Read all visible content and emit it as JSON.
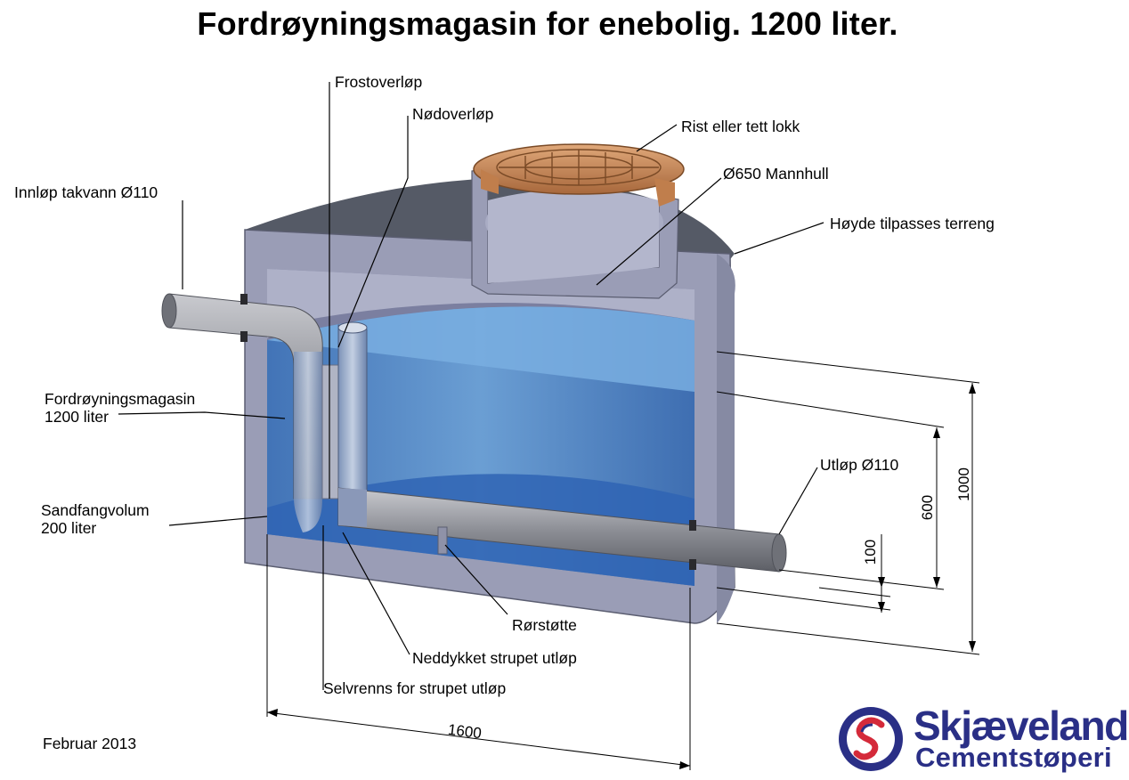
{
  "title": "Fordrøyningsmagasin for enebolig. 1200 liter.",
  "labels": {
    "frostoverlop": "Frostoverløp",
    "nodoverlop": "Nødoverløp",
    "rist": "Rist eller tett lokk",
    "mannhull": "Ø650 Mannhull",
    "hoyde": "Høyde tilpasses terreng",
    "innlop": "Innløp takvann Ø110",
    "magasin_line1": "Fordrøyningsmagasin",
    "magasin_line2": "1200 liter",
    "sandfang_line1": "Sandfangvolum",
    "sandfang_line2": "200 liter",
    "utlop": "Utløp Ø110",
    "rorstotte": "Rørstøtte",
    "neddykket": "Neddykket strupet utløp",
    "selvrenns": "Selvrenns for strupet utløp"
  },
  "dimensions": {
    "width": "1600",
    "height_total": "1000",
    "height_600": "600",
    "height_100": "100"
  },
  "date": "Februar 2013",
  "logo": {
    "name": "Skjæveland",
    "sub": "Cementstøperi",
    "brand_color": "#2a2f86",
    "accent_color": "#d42a3a"
  },
  "colors": {
    "concrete": "#9a9db6",
    "concrete_dark": "#555a66",
    "water": "#4f86c6",
    "lid": "#c98a5a",
    "pipe": "#8e9096"
  }
}
